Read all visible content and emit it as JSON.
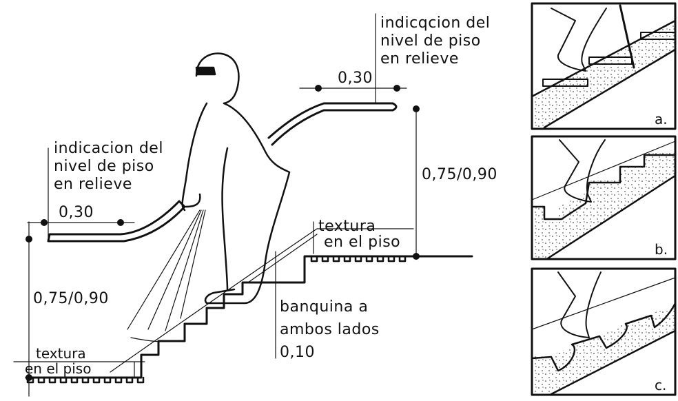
{
  "labels": {
    "top_indicacion": [
      "indicqcion del",
      "nivel de piso",
      "en relieve"
    ],
    "left_indicacion": [
      "indicacion del",
      "nivel de piso",
      "en relieve"
    ],
    "dim_030_top": "0,30",
    "dim_030_left": "0,30",
    "dim_height_right": "0,75/0,90",
    "dim_height_left": "0,75/0,90",
    "textura_right": [
      "textura",
      "en el piso"
    ],
    "textura_left": [
      "textura",
      "en el piso"
    ],
    "banquina": [
      "banquina a",
      "ambos lados",
      "0,10"
    ],
    "panel_a": "a.",
    "panel_b": "b.",
    "panel_c": "c."
  },
  "colors": {
    "ink": "#111111",
    "background": "#ffffff"
  }
}
